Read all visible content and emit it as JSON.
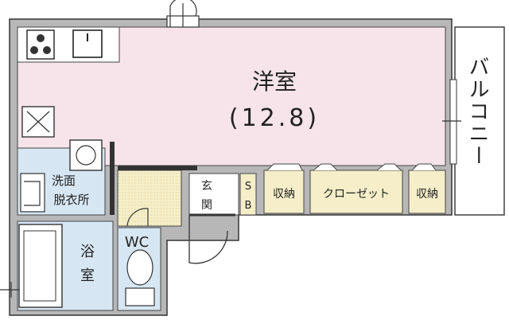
{
  "rooms": {
    "western_room_label": "洋室",
    "western_room_size": "(12.8)",
    "balcony_label": "バルコニー",
    "washroom_line1": "洗面",
    "washroom_line2": "脱衣所",
    "bath_line1": "浴",
    "bath_line2": "室",
    "wc_label": "WC",
    "entrance_line1": "玄",
    "entrance_line2": "関",
    "shoe_box_line1": "S",
    "shoe_box_line2": "B",
    "storage_left": "収納",
    "closet": "クローゼット",
    "storage_right": "収納"
  },
  "colors": {
    "western_room": "#f6e4ea",
    "washroom": "#d6e6f3",
    "bath": "#d6e6f3",
    "wc": "#d6e6f3",
    "hall": "#f5eec8",
    "storage": "#f5eec8",
    "wall": "#b7b7b7",
    "outline": "#333333"
  }
}
